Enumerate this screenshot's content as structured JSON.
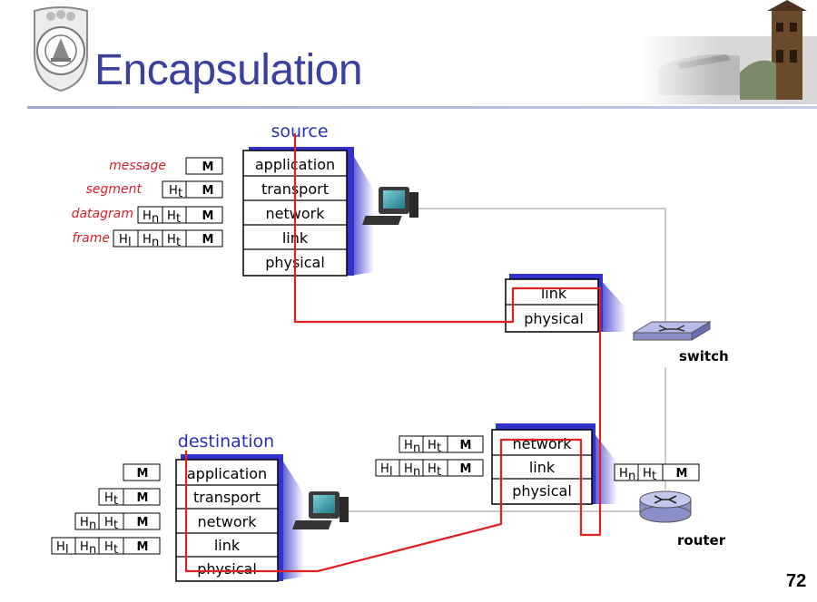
{
  "slide": {
    "title": "Encapsulation",
    "page_number": "72"
  },
  "labels": {
    "source": "source",
    "destination": "destination",
    "switch": "switch",
    "router": "router"
  },
  "pdu_names": [
    "message",
    "segment",
    "datagram",
    "frame"
  ],
  "host_layers": [
    "application",
    "transport",
    "network",
    "link",
    "physical"
  ],
  "switch_layers": [
    "link",
    "physical"
  ],
  "router_layers": [
    "network",
    "link",
    "physical"
  ],
  "headers": {
    "Ht": "H",
    "Hn": "H",
    "Hl": "H",
    "t": "t",
    "n": "n",
    "l": "l",
    "M": "M"
  },
  "colors": {
    "title": "#3b3f9e",
    "path": "#e02020",
    "stack_shadow": "#3333cc",
    "pdu_label": "#d4202a"
  },
  "icons": [
    "university-seal-icon",
    "campus-building-icon",
    "computer-icon",
    "switch-icon",
    "router-icon"
  ]
}
